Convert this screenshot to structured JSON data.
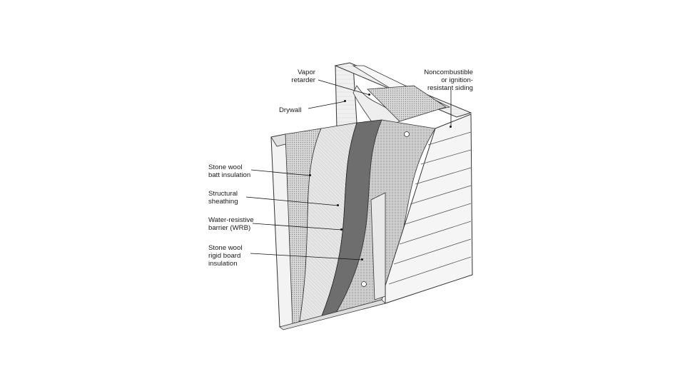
{
  "labels": {
    "vapor_retarder": "Vapor\nretarder",
    "drywall": "Drywall",
    "siding": "Noncombustible\nor ignition-\nresistant siding",
    "batt": "Stone wool\nbatt insulation",
    "sheathing": "Structural\nsheathing",
    "wrb": "Water-resistive\nbarrier (WRB)",
    "rigid": "Stone wool\nrigid board\ninsulation"
  }
}
